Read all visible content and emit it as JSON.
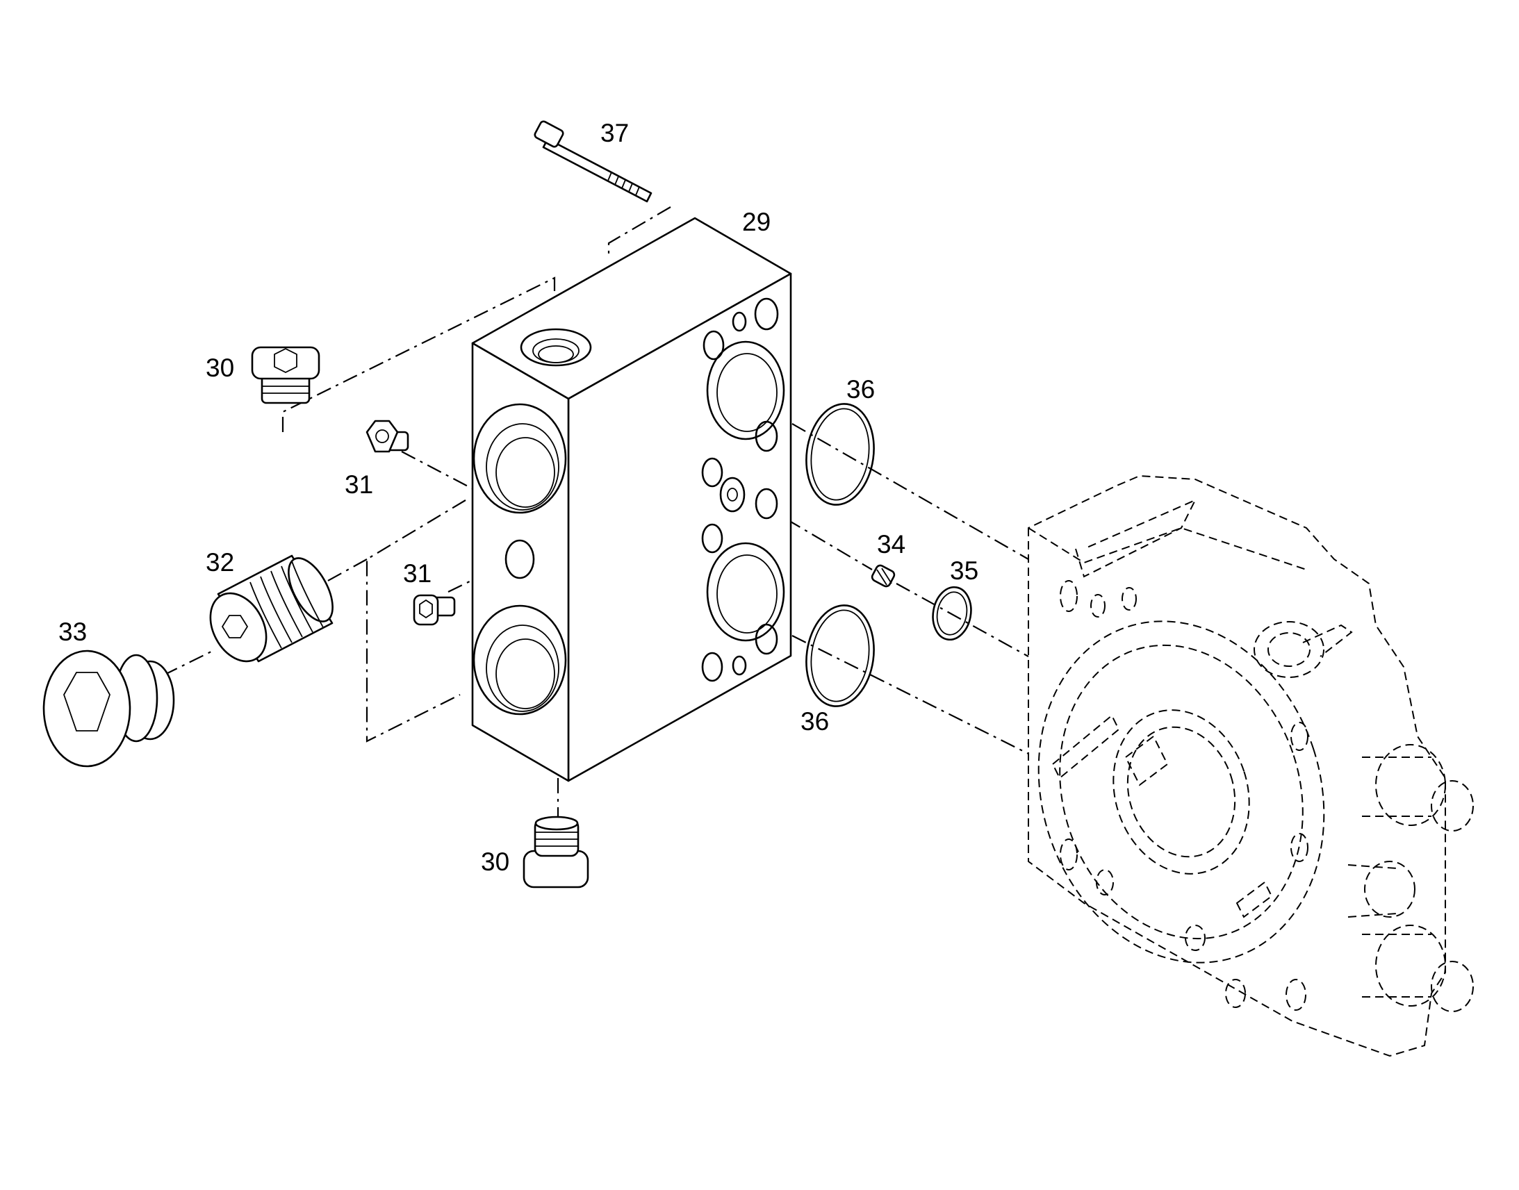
{
  "callouts": {
    "c29": "29",
    "c30a": "30",
    "c30b": "30",
    "c31a": "31",
    "c31b": "31",
    "c32": "32",
    "c33": "33",
    "c34": "34",
    "c35": "35",
    "c36a": "36",
    "c36b": "36",
    "c37": "37"
  },
  "parts": [
    {
      "ref": "29",
      "name": "valve-block"
    },
    {
      "ref": "30",
      "name": "plug-screw"
    },
    {
      "ref": "31",
      "name": "small-plug"
    },
    {
      "ref": "32",
      "name": "threaded-insert"
    },
    {
      "ref": "33",
      "name": "large-plug"
    },
    {
      "ref": "34",
      "name": "set-screw"
    },
    {
      "ref": "35",
      "name": "small-o-ring"
    },
    {
      "ref": "36",
      "name": "o-ring"
    },
    {
      "ref": "37",
      "name": "cap-screw"
    }
  ]
}
